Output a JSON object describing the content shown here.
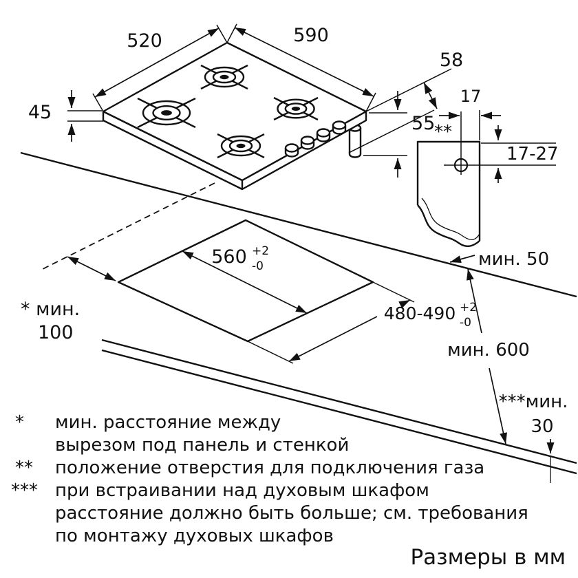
{
  "diagram": {
    "hob": {
      "width": "590",
      "depth": "520",
      "side_height": "45",
      "total_height": "55",
      "gas_offset": "58"
    },
    "gas_connection": {
      "marker": "**",
      "edge_offset": "17",
      "depth_range": "17-27"
    },
    "worktop": {
      "min_back_distance": "мин. 50",
      "min_depth": "мин. 600",
      "min_left_label": "* мин.",
      "min_left_value": "100",
      "min_front_label": "***мин.",
      "min_front_value": "30",
      "cutout_width": "560",
      "cutout_width_tol_plus": "+2",
      "cutout_width_tol_minus": "-0",
      "cutout_depth": "480-490",
      "cutout_depth_tol_plus": "+2",
      "cutout_depth_tol_minus": "-0"
    }
  },
  "footnotes": [
    {
      "marker": "*",
      "lines": [
        "мин. расстояние между",
        "вырезом под панель и стенкой"
      ]
    },
    {
      "marker": "**",
      "lines": [
        "положение отверстия для подключения газа"
      ]
    },
    {
      "marker": "***",
      "lines": [
        "при встраивании над духовым шкафом",
        "расстояние должно быть больше; см. требования",
        "по монтажу духовых шкафов"
      ]
    }
  ],
  "caption": "Размеры в мм",
  "colors": {
    "ink": "#111111",
    "background": "#ffffff"
  }
}
